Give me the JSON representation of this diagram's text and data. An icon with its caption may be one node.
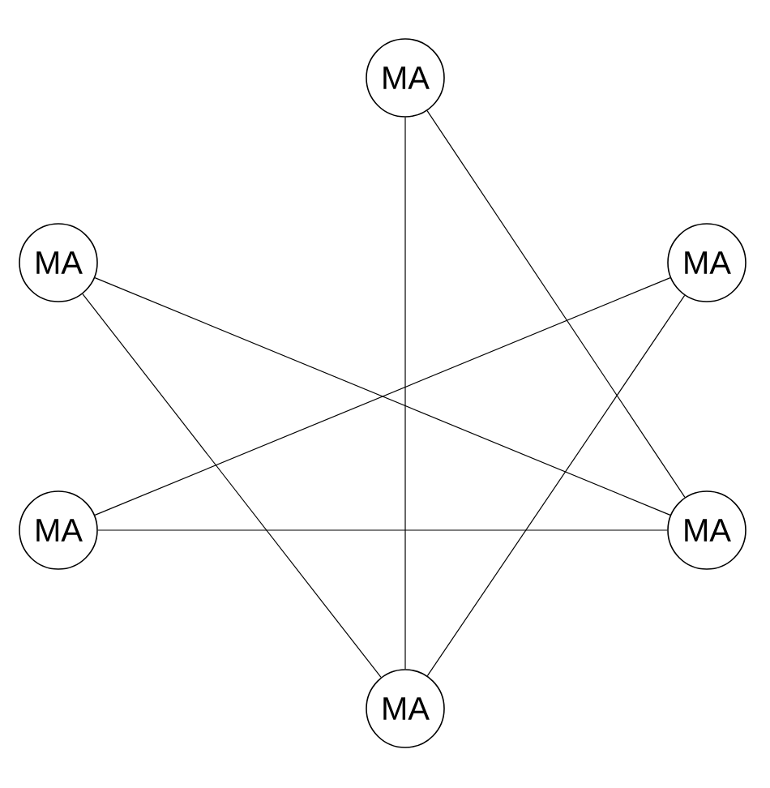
{
  "diagram": {
    "nodes": [
      {
        "text": [
          "MA"
        ]
      },
      {
        "text": [
          "MA"
        ]
      },
      {
        "text": [
          "MA"
        ]
      },
      {
        "text": [
          "MA"
        ]
      },
      {
        "text": [
          "MA"
        ]
      },
      {
        "text": [
          "MA"
        ]
      }
    ],
    "edges": [
      {
        "from": 0,
        "to": 5,
        "arrow": "none"
      },
      {
        "from": 0,
        "to": 4,
        "arrow": "none"
      },
      {
        "from": 1,
        "to": 4,
        "arrow": "none"
      },
      {
        "from": 1,
        "to": 5,
        "arrow": "none"
      },
      {
        "from": 2,
        "to": 3,
        "arrow": "none"
      },
      {
        "from": 2,
        "to": 5,
        "arrow": "none"
      },
      {
        "from": 3,
        "to": 4,
        "arrow": "none"
      }
    ]
  }
}
